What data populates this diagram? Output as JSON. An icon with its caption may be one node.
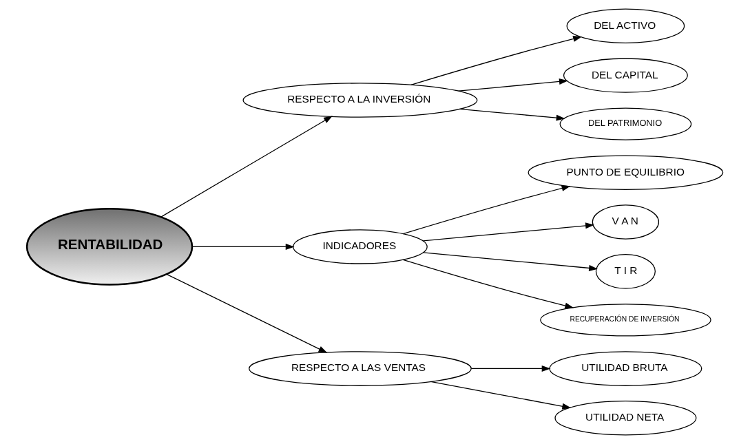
{
  "diagram": {
    "nodes": [
      {
        "text": [
          "RENTABILIDAD"
        ]
      },
      {
        "text": [
          "RESPECTO A LA INVERSIÓN"
        ]
      },
      {
        "text": [
          "DEL ACTIVO"
        ]
      },
      {
        "text": [
          "DEL CAPITAL"
        ]
      },
      {
        "text": [
          "DEL PATRIMONIO"
        ]
      },
      {
        "text": [
          "INDICADORES"
        ]
      },
      {
        "text": [
          "PUNTO DE EQUILIBRIO"
        ]
      },
      {
        "text": [
          "V A N"
        ]
      },
      {
        "text": [
          "T I R"
        ]
      },
      {
        "text": [
          "RECUPERACIÓN DE INVERSIÓN"
        ]
      },
      {
        "text": [
          "RESPECTO A LAS VENTAS"
        ]
      },
      {
        "text": [
          "UTILIDAD BRUTA"
        ]
      },
      {
        "text": [
          "UTILIDAD NETA"
        ]
      }
    ],
    "edges": [
      {
        "from": 0,
        "to": 1,
        "arrow": "to"
      },
      {
        "from": 1,
        "to": 2,
        "arrow": "to"
      },
      {
        "from": 1,
        "to": 3,
        "arrow": "to"
      },
      {
        "from": 1,
        "to": 4,
        "arrow": "to"
      },
      {
        "from": 0,
        "to": 5,
        "arrow": "to"
      },
      {
        "from": 5,
        "to": 6,
        "arrow": "to"
      },
      {
        "from": 5,
        "to": 7,
        "arrow": "to"
      },
      {
        "from": 5,
        "to": 8,
        "arrow": "to"
      },
      {
        "from": 5,
        "to": 9,
        "arrow": "to"
      },
      {
        "from": 0,
        "to": 10,
        "arrow": "to"
      },
      {
        "from": 10,
        "to": 11,
        "arrow": "to"
      },
      {
        "from": 10,
        "to": 12,
        "arrow": "to"
      }
    ]
  }
}
